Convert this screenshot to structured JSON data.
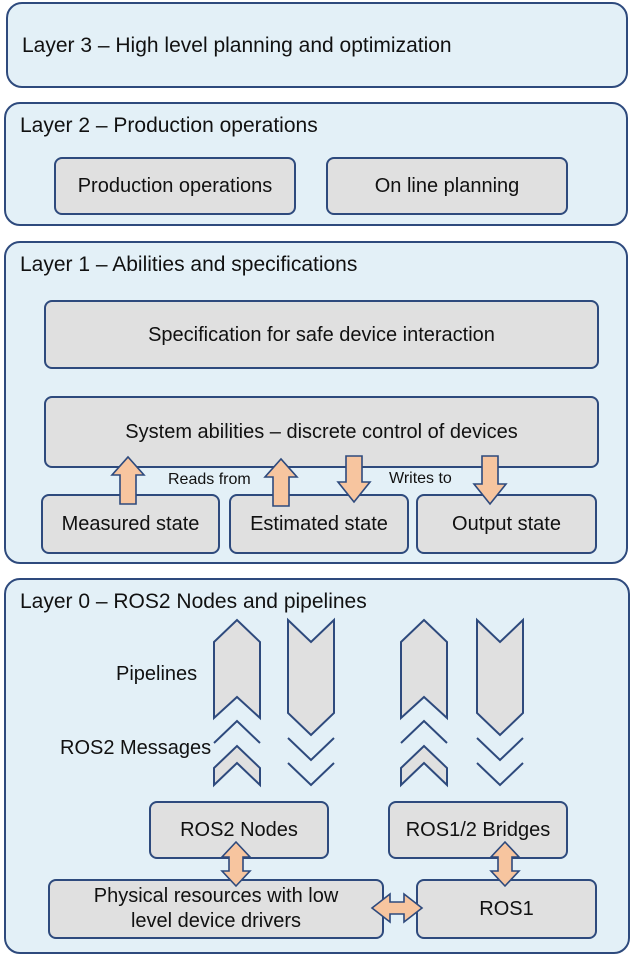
{
  "layer3": {
    "title": "Layer 3 – High level planning and optimization"
  },
  "layer2": {
    "title": "Layer 2 – Production operations",
    "boxes": [
      "Production operations",
      "On line planning"
    ]
  },
  "layer1": {
    "title": "Layer 1 – Abilities and specifications",
    "specification": "Specification for safe device interaction",
    "abilities": "System abilities – discrete control of devices",
    "states": [
      "Measured state",
      "Estimated state",
      "Output state"
    ],
    "reads_from": "Reads from",
    "writes_to": "Writes to"
  },
  "layer0": {
    "title": "Layer 0 – ROS2 Nodes and pipelines",
    "pipelines_label": "Pipelines",
    "messages_label": "ROS2 Messages",
    "ros2_nodes": "ROS2 Nodes",
    "bridges": "ROS1/2 Bridges",
    "physical_line1": "Physical resources with low",
    "physical_line2": "level device drivers",
    "ros1": "ROS1"
  },
  "colors": {
    "layer_fill": "#e3f0f7",
    "box_fill": "#e0e0e0",
    "border": "#2e4a7d",
    "arrow_fill": "#f7c59f"
  }
}
